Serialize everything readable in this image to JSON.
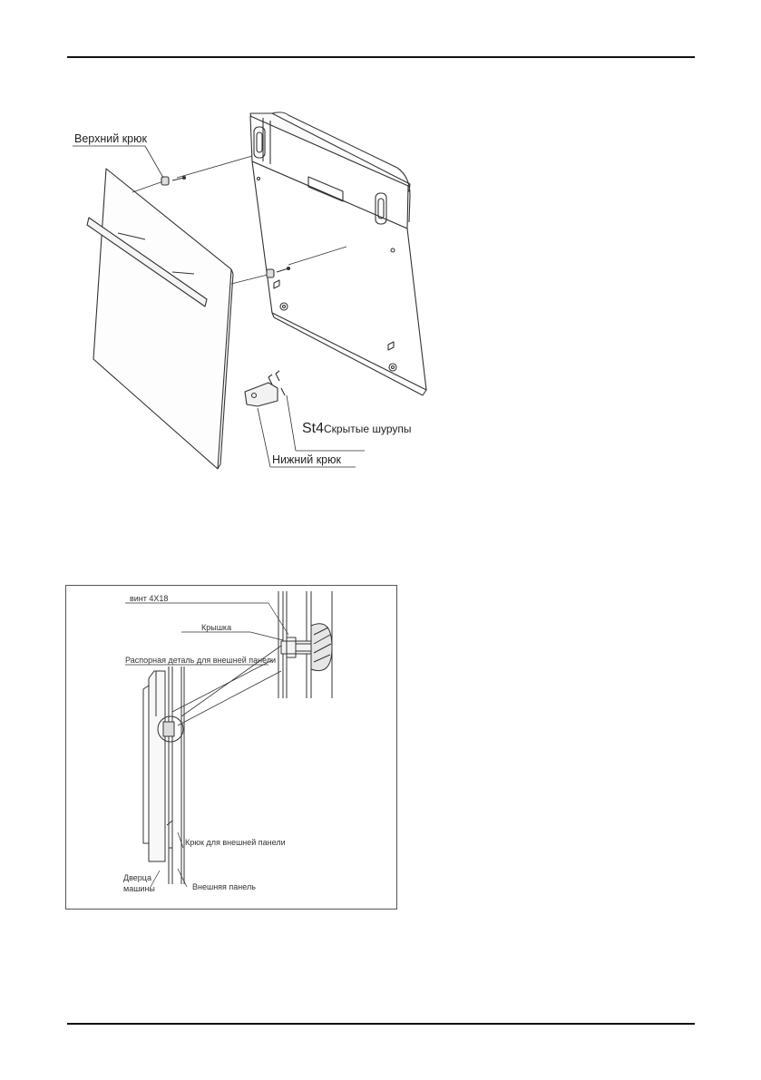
{
  "figure1": {
    "upper_hook": "Верхний крюк",
    "screws_prefix": "St4",
    "screws_label": "Скрытые шурупы",
    "lower_hook": "Нижний крюк"
  },
  "figure2": {
    "screw": "винт 4X18",
    "cap": "Крышка",
    "spacer": "Распорная деталь для внешней панели",
    "panel_hook": "Крюк для внешней панели",
    "door_line1": "Дверца",
    "door_line2": "машины",
    "outer_panel": "Внешняя панель"
  }
}
